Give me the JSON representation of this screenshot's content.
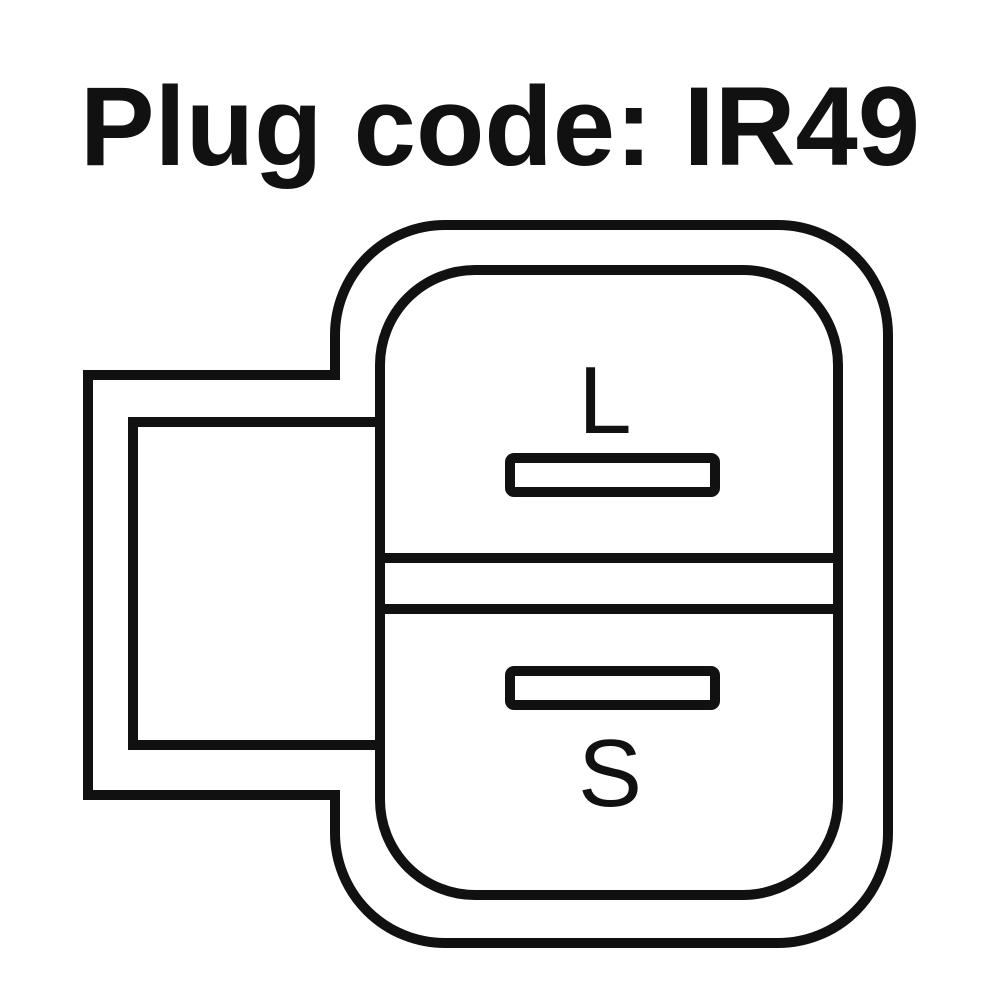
{
  "title": "Plug code: IR49",
  "pins": [
    {
      "label": "L"
    },
    {
      "label": "S"
    }
  ],
  "colors": {
    "stroke": "#111111",
    "background": "#ffffff"
  }
}
